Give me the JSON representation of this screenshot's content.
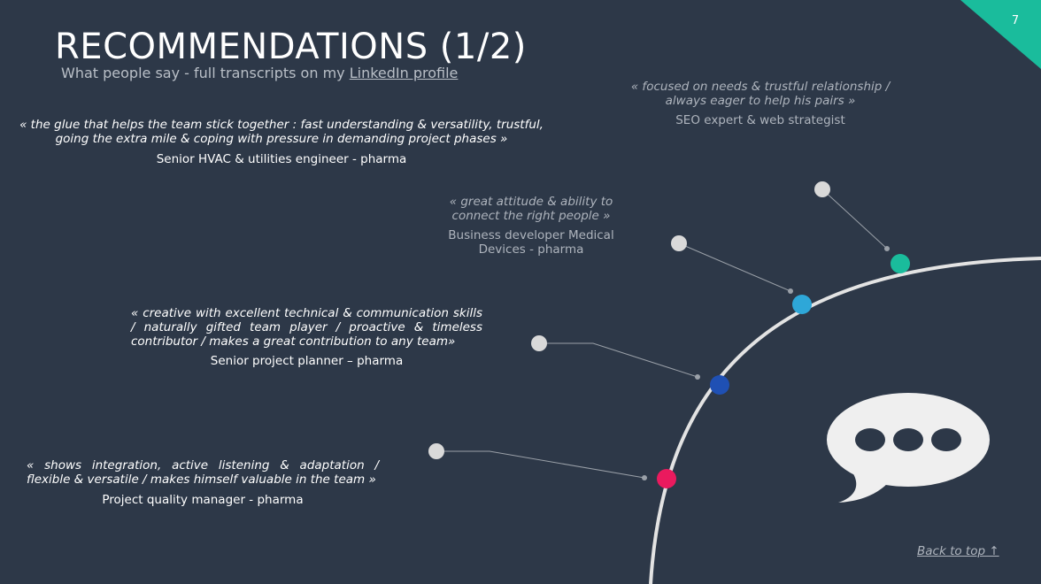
{
  "slide": {
    "number": "7",
    "title": "RECOMMENDATIONS (1/2)",
    "subtitle_prefix": "What people say - full transcripts on my ",
    "subtitle_link": "LinkedIn profile",
    "back_link": "Back to top ↑"
  },
  "recommendations": [
    {
      "quote": "« focused on needs & trustful relationship / always eager to help his pairs »",
      "author": "SEO expert & web strategist",
      "color": "#1abc9c"
    },
    {
      "quote": "« the glue that helps the team stick together : fast understanding & versatility, trustful, going the extra mile & coping with pressure in demanding project phases »",
      "author": "Senior HVAC & utilities engineer - pharma",
      "color": ""
    },
    {
      "quote": "« great attitude & ability to connect the right people »",
      "author": "Business developer Medical Devices -  pharma",
      "color": "#2ea7d8"
    },
    {
      "quote": "« creative with excellent technical & communication skills / naturally gifted team player / proactive & timeless contributor / makes a great contribution to any team»",
      "author": "Senior project planner – pharma",
      "color": "#1f50b4"
    },
    {
      "quote": "« shows integration, active listening & adaptation / flexible & versatile / makes himself valuable in the team »",
      "author": "Project quality manager - pharma",
      "color": "#ea1a5e"
    }
  ],
  "colors": {
    "background": "#2d3848",
    "corner": "#1abc9c",
    "arc": "#e3e3e3",
    "connector": "#9aa0a8",
    "speech_bubble": "#efefef"
  },
  "icons": [
    "speech-bubble-icon"
  ]
}
